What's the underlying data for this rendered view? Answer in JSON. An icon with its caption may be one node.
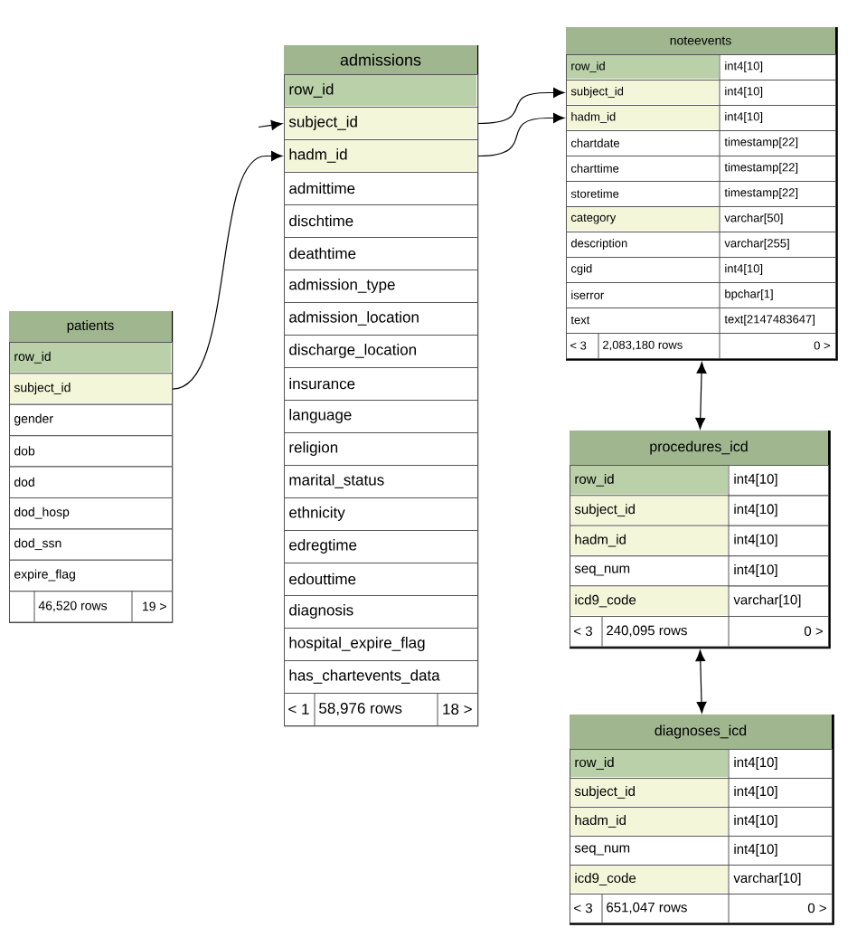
{
  "diagram": {
    "nodes": [
      {
        "text": [
          "patients"
        ]
      },
      {
        "text": [
          "row_id"
        ],
        "in": 0
      },
      {
        "text": [
          "subject_id"
        ],
        "in": 0
      },
      {
        "text": [
          "gender"
        ],
        "in": 0
      },
      {
        "text": [
          "dob"
        ],
        "in": 0
      },
      {
        "text": [
          "dod"
        ],
        "in": 0
      },
      {
        "text": [
          "dod_hosp"
        ],
        "in": 0
      },
      {
        "text": [
          "dod_ssn"
        ],
        "in": 0
      },
      {
        "text": [
          "expire_flag"
        ],
        "in": 0
      },
      {
        "text": [
          "46,520 rows",
          "19 >"
        ],
        "in": 0
      },
      {
        "text": [
          "admissions"
        ]
      },
      {
        "text": [
          "row_id"
        ],
        "in": 10
      },
      {
        "text": [
          "subject_id"
        ],
        "in": 10
      },
      {
        "text": [
          "hadm_id"
        ],
        "in": 10
      },
      {
        "text": [
          "admittime"
        ],
        "in": 10
      },
      {
        "text": [
          "dischtime"
        ],
        "in": 10
      },
      {
        "text": [
          "deathtime"
        ],
        "in": 10
      },
      {
        "text": [
          "admission_type"
        ],
        "in": 10
      },
      {
        "text": [
          "admission_location"
        ],
        "in": 10
      },
      {
        "text": [
          "discharge_location"
        ],
        "in": 10
      },
      {
        "text": [
          "insurance"
        ],
        "in": 10
      },
      {
        "text": [
          "language"
        ],
        "in": 10
      },
      {
        "text": [
          "religion"
        ],
        "in": 10
      },
      {
        "text": [
          "marital_status"
        ],
        "in": 10
      },
      {
        "text": [
          "ethnicity"
        ],
        "in": 10
      },
      {
        "text": [
          "edregtime"
        ],
        "in": 10
      },
      {
        "text": [
          "edouttime"
        ],
        "in": 10
      },
      {
        "text": [
          "diagnosis"
        ],
        "in": 10
      },
      {
        "text": [
          "hospital_expire_flag"
        ],
        "in": 10
      },
      {
        "text": [
          "has_chartevents_data"
        ],
        "in": 10
      },
      {
        "text": [
          "< 1",
          "58,976 rows",
          "18 >"
        ],
        "in": 10
      },
      {
        "text": [
          "noteevents"
        ]
      },
      {
        "text": [
          "row_id",
          "int4[10]"
        ],
        "in": 31
      },
      {
        "text": [
          "subject_id",
          "int4[10]"
        ],
        "in": 31
      },
      {
        "text": [
          "hadm_id",
          "int4[10]"
        ],
        "in": 31
      },
      {
        "text": [
          "chartdate",
          "timestamp[22]"
        ],
        "in": 31
      },
      {
        "text": [
          "charttime",
          "timestamp[22]"
        ],
        "in": 31
      },
      {
        "text": [
          "storetime",
          "timestamp[22]"
        ],
        "in": 31
      },
      {
        "text": [
          "category",
          "varchar[50]"
        ],
        "in": 31
      },
      {
        "text": [
          "description",
          "varchar[255]"
        ],
        "in": 31
      },
      {
        "text": [
          "cgid",
          "int4[10]"
        ],
        "in": 31
      },
      {
        "text": [
          "iserror",
          "bpchar[1]"
        ],
        "in": 31
      },
      {
        "text": [
          "text",
          "text[2147483647]"
        ],
        "in": 31
      },
      {
        "text": [
          "< 3",
          "2,083,180 rows",
          "0 >"
        ],
        "in": 31
      },
      {
        "text": [
          "procedures_icd"
        ]
      },
      {
        "text": [
          "row_id",
          "int4[10]"
        ],
        "in": 44
      },
      {
        "text": [
          "subject_id",
          "int4[10]"
        ],
        "in": 44
      },
      {
        "text": [
          "hadm_id",
          "int4[10]"
        ],
        "in": 44
      },
      {
        "text": [
          "seq_num",
          "int4[10]"
        ],
        "in": 44
      },
      {
        "text": [
          "icd9_code",
          "varchar[10]"
        ],
        "in": 44
      },
      {
        "text": [
          "< 3",
          "240,095 rows",
          "0 >"
        ],
        "in": 44
      },
      {
        "text": [
          "diagnoses_icd"
        ]
      },
      {
        "text": [
          "row_id",
          "int4[10]"
        ],
        "in": 51
      },
      {
        "text": [
          "subject_id",
          "int4[10]"
        ],
        "in": 51
      },
      {
        "text": [
          "hadm_id",
          "int4[10]"
        ],
        "in": 51
      },
      {
        "text": [
          "seq_num",
          "int4[10]"
        ],
        "in": 51
      },
      {
        "text": [
          "icd9_code",
          "varchar[10]"
        ],
        "in": 51
      },
      {
        "text": [
          "< 3",
          "651,047 rows",
          "0 >"
        ],
        "in": 51
      }
    ],
    "edges": [
      {
        "from": 2,
        "to": 13,
        "arrow": "to"
      },
      {
        "from": null,
        "to": 12,
        "arrow": "to"
      },
      {
        "from": 12,
        "to": 33,
        "arrow": "to"
      },
      {
        "from": 13,
        "to": 34,
        "arrow": "to"
      },
      {
        "from": 31,
        "to": 44,
        "arrow": "both"
      },
      {
        "from": 44,
        "to": 51,
        "arrow": "both"
      }
    ]
  }
}
